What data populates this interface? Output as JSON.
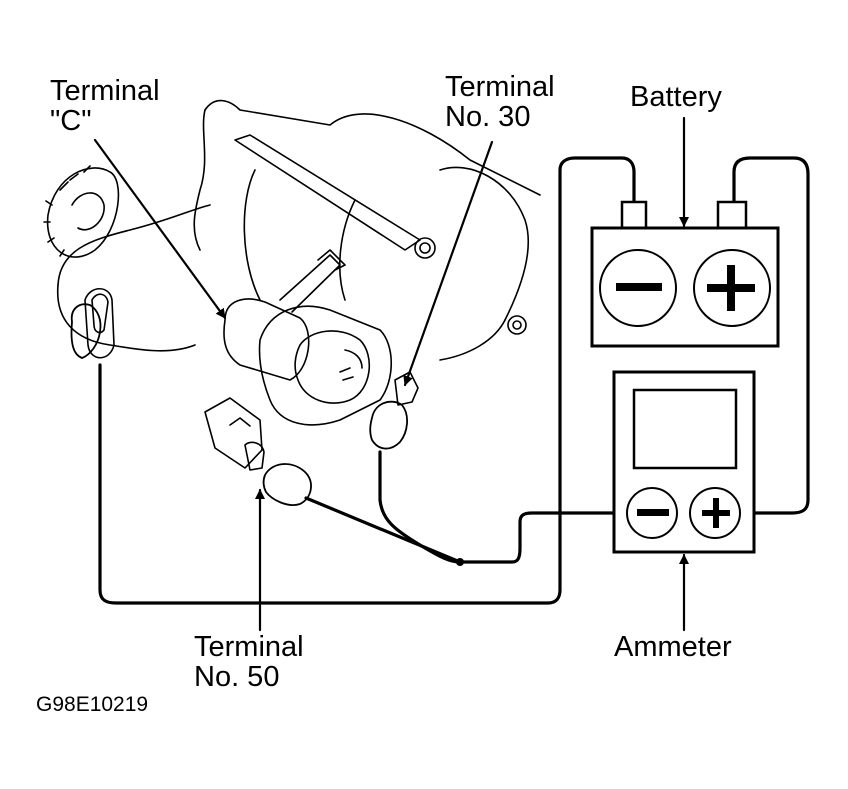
{
  "figure_code": "G98E10219",
  "labels": {
    "terminal_c": {
      "line1": "Terminal",
      "line2": "\"C\""
    },
    "terminal_30": {
      "line1": "Terminal",
      "line2": "No. 30"
    },
    "terminal_50": {
      "line1": "Terminal",
      "line2": "No. 50"
    },
    "battery": "Battery",
    "ammeter": "Ammeter"
  },
  "components": {
    "battery": {
      "negative_symbol": "minus",
      "positive_symbol": "plus"
    },
    "ammeter": {
      "negative_symbol": "minus",
      "positive_symbol": "plus"
    }
  },
  "colors": {
    "line": "#000000",
    "background": "#ffffff"
  }
}
